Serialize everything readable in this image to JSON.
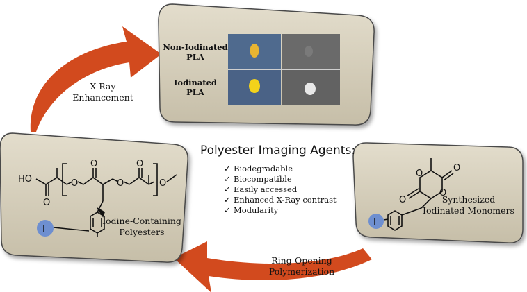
{
  "center_panel": {
    "heading": "Polyester Imaging Agents:",
    "features": [
      "Biodegradable",
      "Biocompatible",
      "Easily accessed",
      "Enhanced X-Ray contrast",
      "Modularity"
    ],
    "check_glyph": "✓"
  },
  "top_card": {
    "rows": [
      {
        "label_line1": "Non-Iodinated",
        "label_line2": "PLA"
      },
      {
        "label_line1": "Iodinated",
        "label_line2": "PLA"
      }
    ]
  },
  "left_card": {
    "caption_line1": "Iodine-Containing",
    "caption_line2": "Polyesters"
  },
  "right_card": {
    "caption_line1": "Synthesized",
    "caption_line2": "Iodinated Monomers"
  },
  "arrows": {
    "upper_label_line1": "X-Ray",
    "upper_label_line2": "Enhancement",
    "lower_label_line1": "Ring-Opening",
    "lower_label_line2": "Polymerization",
    "color": "#d24a1e"
  },
  "chemistry": {
    "ho": "HO",
    "o": "O",
    "iodine": "I",
    "iodine_color": "#6e8fd0"
  },
  "colors": {
    "card_fill": "#d5cebb",
    "card_border": "#4a4a4a",
    "photo_bg": "#4f6a8e",
    "xray_bg": "#6a6a6a",
    "sample_orange": "#e8b431",
    "sample_yellow": "#f3d21a"
  }
}
